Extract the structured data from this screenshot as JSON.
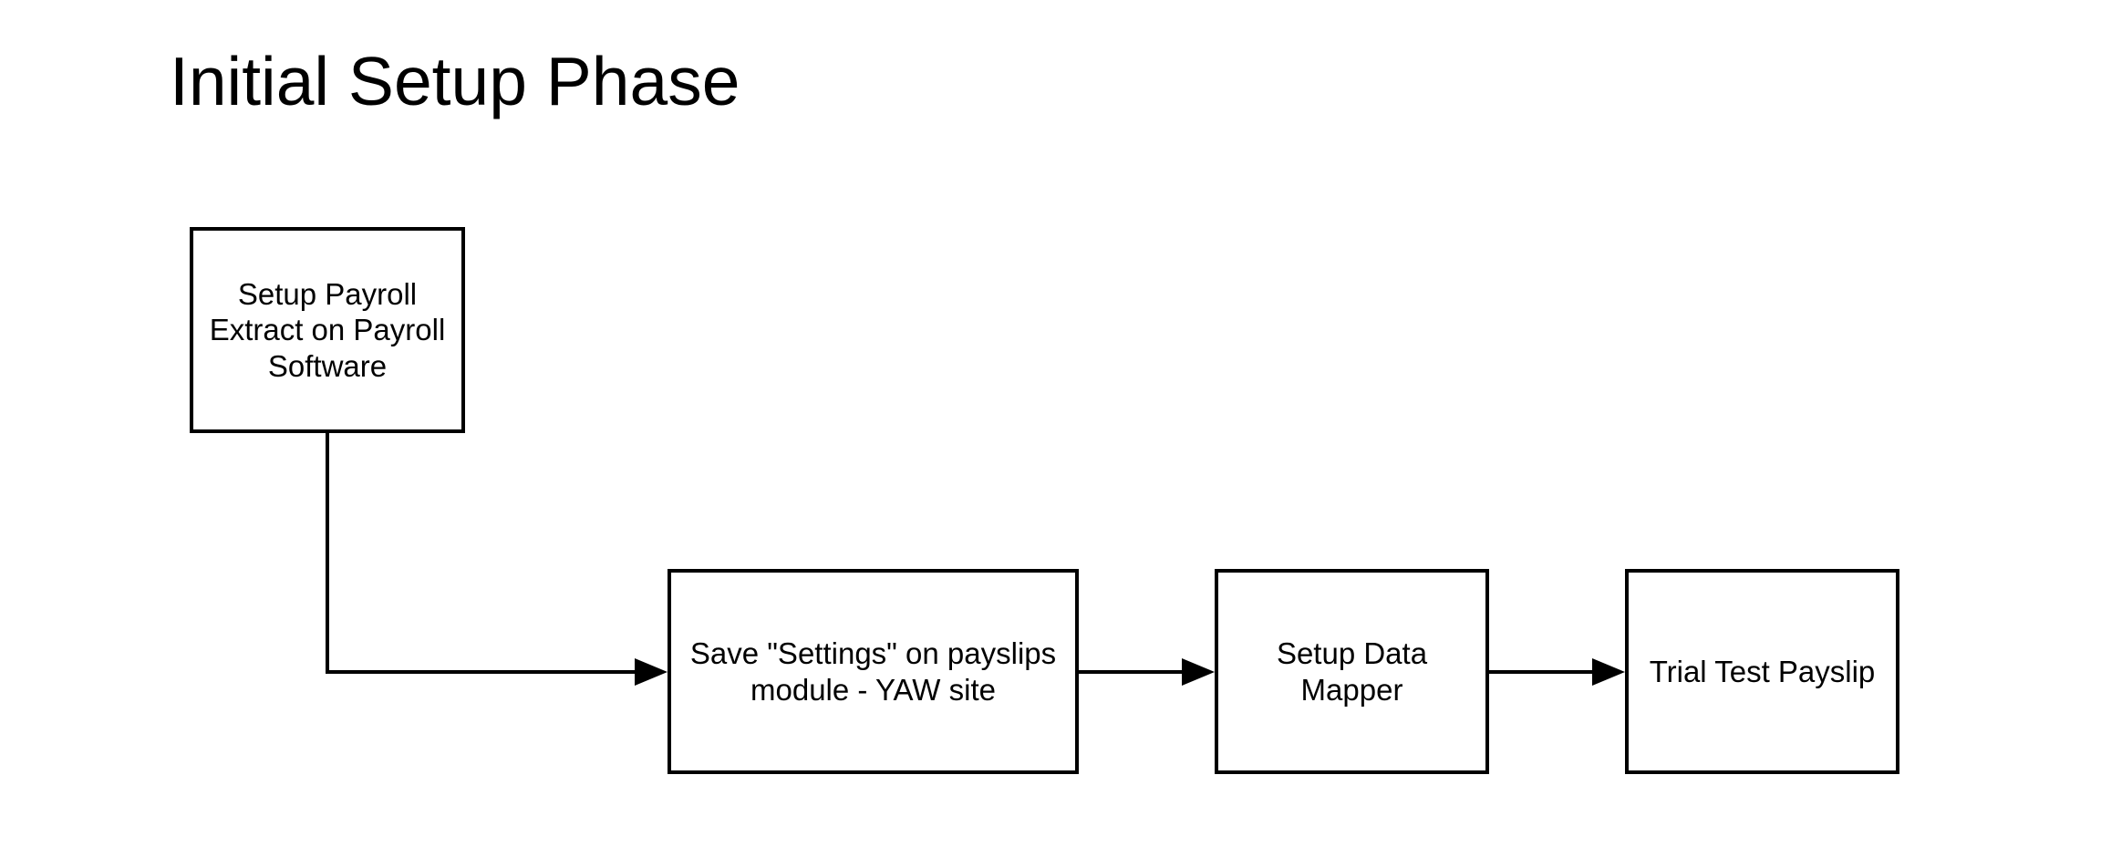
{
  "page": {
    "background_color": "#ffffff",
    "stroke_color": "#000000",
    "text_color": "#000000"
  },
  "title": "Initial Setup Phase",
  "diagram": {
    "type": "flowchart",
    "nodes": [
      {
        "id": "setup-payroll-extract",
        "label": "Setup Payroll Extract on Payroll Software"
      },
      {
        "id": "save-settings-payslips",
        "label": "Save \"Settings\" on payslips module - YAW site"
      },
      {
        "id": "setup-data-mapper",
        "label": "Setup Data Mapper"
      },
      {
        "id": "trial-test-payslip",
        "label": "Trial Test Payslip"
      }
    ],
    "connectors": [
      {
        "from": "setup-payroll-extract",
        "to": "save-settings-payslips",
        "shape": "elbow-down-right",
        "arrowhead": "filled-triangle"
      },
      {
        "from": "save-settings-payslips",
        "to": "setup-data-mapper",
        "shape": "straight-right",
        "arrowhead": "filled-triangle"
      },
      {
        "from": "setup-data-mapper",
        "to": "trial-test-payslip",
        "shape": "straight-right",
        "arrowhead": "filled-triangle"
      }
    ]
  }
}
